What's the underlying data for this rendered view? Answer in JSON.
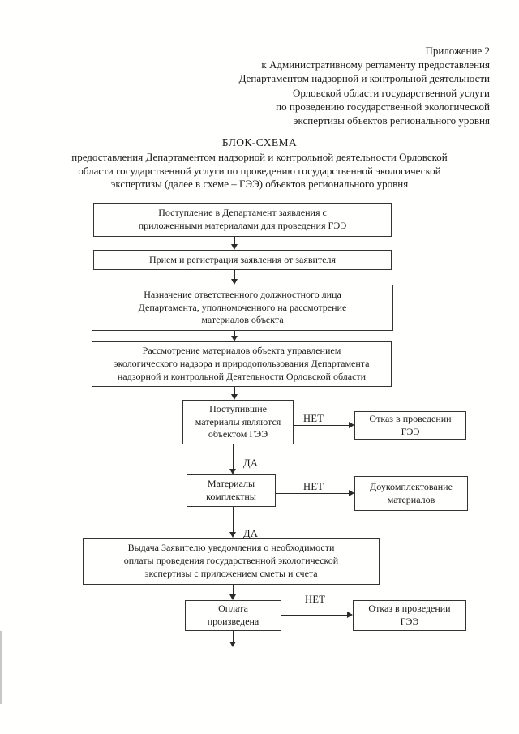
{
  "document": {
    "appendix_header": "Приложение 2\nк Административному регламенту предоставления\nДепартаментом надзорной и контрольной деятельности\nОрловской области государственной услуги\nпо проведению государственной экологической\nэкспертизы объектов регионального уровня",
    "title": "БЛОК-СХЕМА",
    "subtitle": "предоставления Департаментом надзорной и контрольной деятельности Орловской\nобласти государственной услуги по проведению государственной экологической\nэкспертизы (далее в схеме – ГЭЭ) объектов регионального уровня"
  },
  "flowchart": {
    "steps": {
      "receive": "Поступление в Департамент заявления с\nприложенными материалами для проведения ГЭЭ",
      "register": "Прием и регистрация заявления от заявителя",
      "assign": "Назначение ответственного должностного лица\nДепартамента, уполномоченного на рассмотрение\nматериалов объекта",
      "review": "Рассмотрение материалов объекта управлением\nэкологического надзора и природопользования Департамента\nнадзорной и контрольной Деятельности Орловской области",
      "is_gee_object": "Поступившие\nматериалы являются\nобъектом ГЭЭ",
      "refusal_1": "Отказ в проведении\nГЭЭ",
      "materials_complete": "Материалы\nкомплектны",
      "resupply": "Доукомплектование\nматериалов",
      "payment_notice": "Выдача Заявителю уведомления о необходимости\nоплаты проведения государственной экологической\nэкспертизы с приложением сметы и счета",
      "payment_done": "Оплата\nпроизведена",
      "refusal_2": "Отказ в проведении\nГЭЭ"
    },
    "labels": {
      "yes": "ДА",
      "no": "НЕТ"
    }
  },
  "colors": {
    "ink": "#1b1b1b",
    "paper": "#ffffff",
    "line": "#2a2a2a"
  }
}
